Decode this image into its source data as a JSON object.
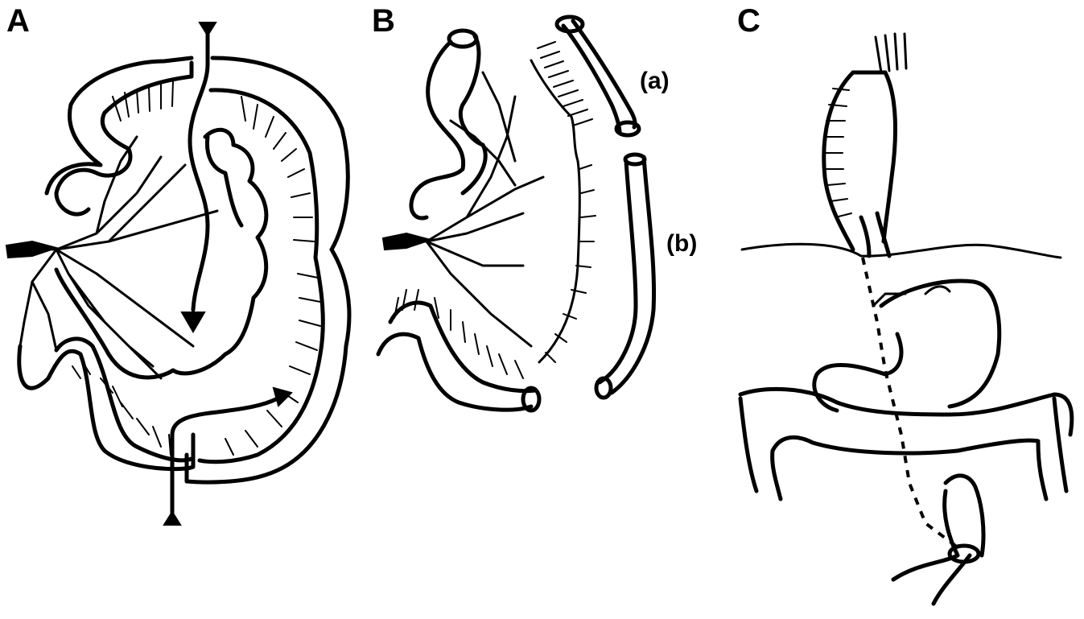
{
  "panels": {
    "a": {
      "label": "A"
    },
    "b": {
      "label": "B",
      "sub_a": "(a)",
      "sub_b": "(b)"
    },
    "c": {
      "label": "C"
    }
  }
}
